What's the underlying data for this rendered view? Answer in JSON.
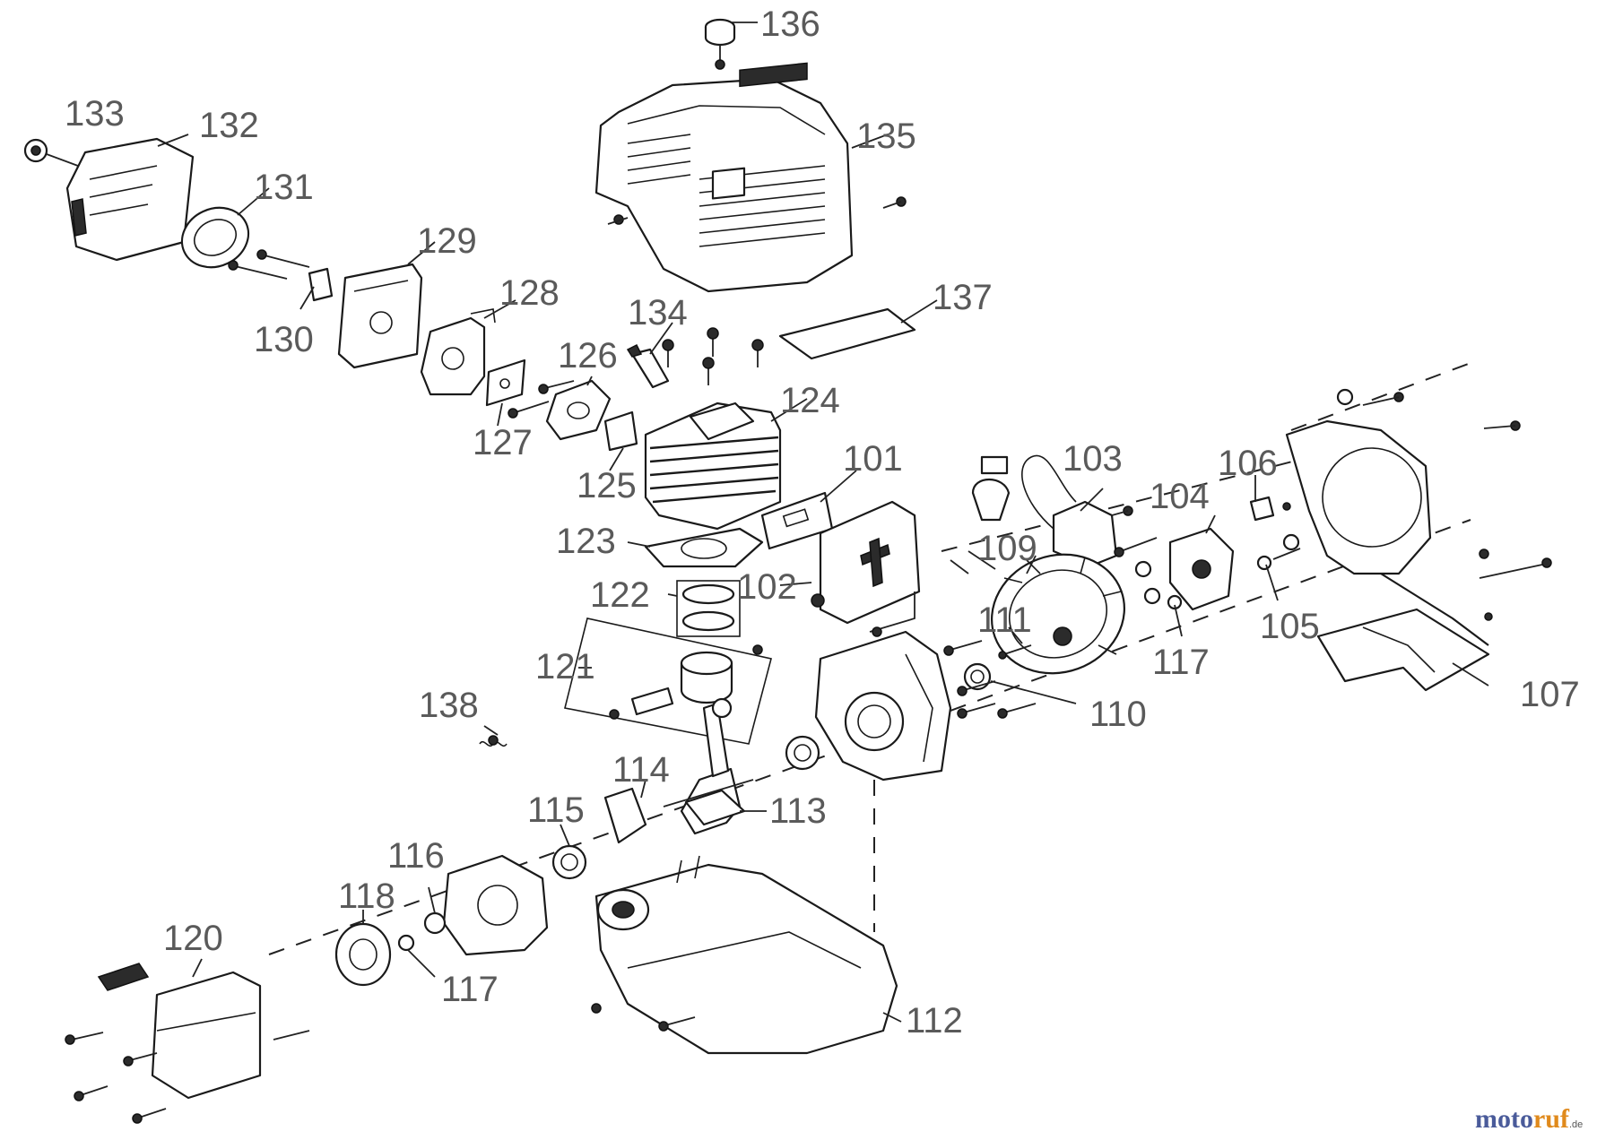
{
  "labels": {
    "p101": "101",
    "p102": "102",
    "p103": "103",
    "p104": "104",
    "p105": "105",
    "p106": "106",
    "p107": "107",
    "p109": "109",
    "p110": "110",
    "p111": "111",
    "p112": "112",
    "p113": "113",
    "p114": "114",
    "p115": "115",
    "p116": "116",
    "p117a": "117",
    "p117b": "117",
    "p118": "118",
    "p120": "120",
    "p121": "121",
    "p122": "122",
    "p123": "123",
    "p124": "124",
    "p125": "125",
    "p126": "126",
    "p127": "127",
    "p128": "128",
    "p129": "129",
    "p130": "130",
    "p131": "131",
    "p132": "132",
    "p133": "133",
    "p134": "134",
    "p135": "135",
    "p136": "136",
    "p137": "137",
    "p138": "138"
  },
  "watermark": {
    "moto": "moto",
    "ruf": "ruf",
    "suffix": ".de"
  },
  "colors": {
    "ink": "#1a1a1a",
    "callout": "#5a5a5a",
    "brand_blue": "#4a5b9a",
    "brand_orange": "#e08a1c"
  }
}
